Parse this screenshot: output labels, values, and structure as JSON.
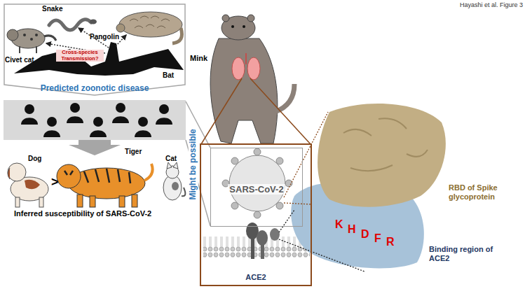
{
  "diagram": {
    "nodes": [
      {
        "text": [
          "Predicted zoonotic disease"
        ]
      },
      {
        "text": [
          "ACE2"
        ]
      },
      {
        "text": [
          "SARS-CoV-2"
        ],
        "in": 1
      }
    ],
    "labels": [
      "Hayashi et al. Figure 3",
      "Snake",
      "Civet cat",
      "Pangolin",
      "Cross-species Transmission?",
      "Bat",
      "Mink",
      "Might be possible",
      "RBD of Spike glycoprotein",
      "K",
      "H",
      "D",
      "F",
      "R",
      "Binding region of ACE2",
      "Dog",
      ">",
      "Tiger",
      "Cat",
      "Inferred susceptibility of SARS-CoV-2"
    ]
  }
}
